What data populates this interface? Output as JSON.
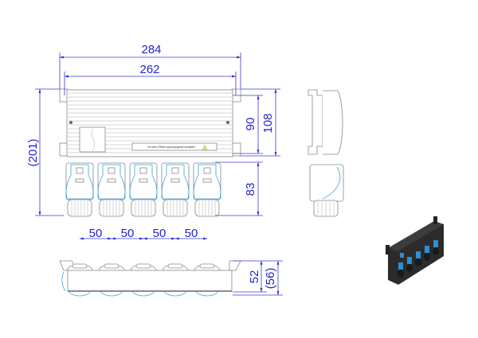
{
  "dimensions": {
    "overall_width": "284",
    "mount_hole_spacing": "262",
    "housing_height": "90",
    "height_with_tabs": "108",
    "overall_height": "(201)",
    "connector_height": "83",
    "pitch_1": "50",
    "pitch_2": "50",
    "pitch_3": "50",
    "pitch_4": "50",
    "depth": "52",
    "depth_overall": "(56)"
  },
  "warning_label": "Vor dem Öffnen spannungsfrei schalten!",
  "connector_count": 5,
  "colors": {
    "dimension": "#2323c8",
    "accent": "#3aa0e0",
    "outline": "#888888"
  }
}
